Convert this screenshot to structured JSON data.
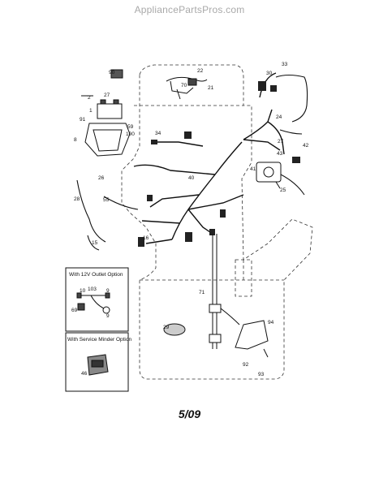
{
  "watermark": "AppliancePartsPros.com",
  "diagram": {
    "callouts": [
      "90",
      "22",
      "33",
      "30",
      "2",
      "27",
      "1",
      "70",
      "21",
      "91",
      "59",
      "100",
      "34",
      "8",
      "24",
      "27",
      "43",
      "42",
      "41",
      "26",
      "40",
      "25",
      "28",
      "55",
      "16",
      "15",
      "71",
      "29",
      "94",
      "93",
      "92",
      "46",
      "69",
      "103",
      "10",
      "9",
      "9"
    ],
    "insets": [
      {
        "title": "With 12V Outlet Option",
        "parts": [
          "103",
          "69"
        ]
      },
      {
        "title": "With Service Minder Option",
        "parts": [
          "46"
        ]
      }
    ],
    "date": "5/09"
  }
}
